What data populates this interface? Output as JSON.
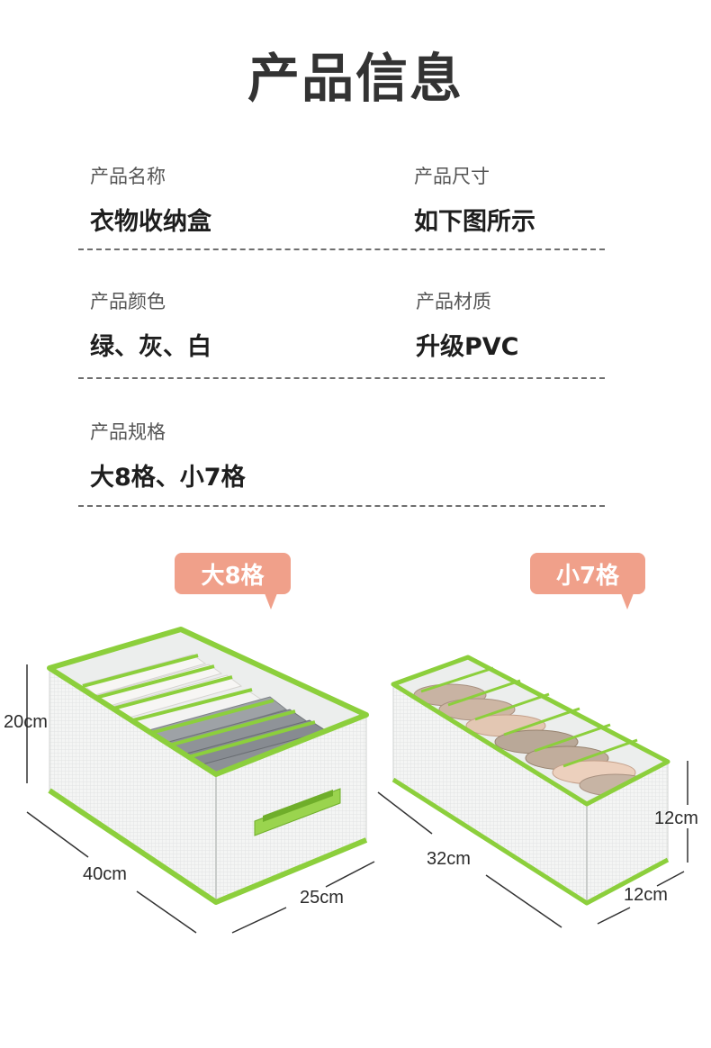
{
  "page_title": "产品信息",
  "info": {
    "name": {
      "label": "产品名称",
      "value": "衣物收纳盒"
    },
    "size": {
      "label": "产品尺寸",
      "value": "如下图所示"
    },
    "color": {
      "label": "产品颜色",
      "value": "绿、灰、白"
    },
    "material": {
      "label": "产品材质",
      "value": "升级PVC"
    },
    "spec": {
      "label": "产品规格",
      "value": "大8格、小7格"
    }
  },
  "products": {
    "large": {
      "tag": "大8格",
      "height": "20cm",
      "length": "40cm",
      "width": "25cm"
    },
    "small": {
      "tag": "小7格",
      "height": "12cm",
      "length": "32cm",
      "width": "12cm"
    }
  },
  "colors": {
    "tag_bg": "#f0a08a",
    "trim_green": "#8ccf3c",
    "box_white": "#f4f5f4",
    "folded_gray": "#8d9196",
    "folded_beige": "#c9aa95"
  }
}
